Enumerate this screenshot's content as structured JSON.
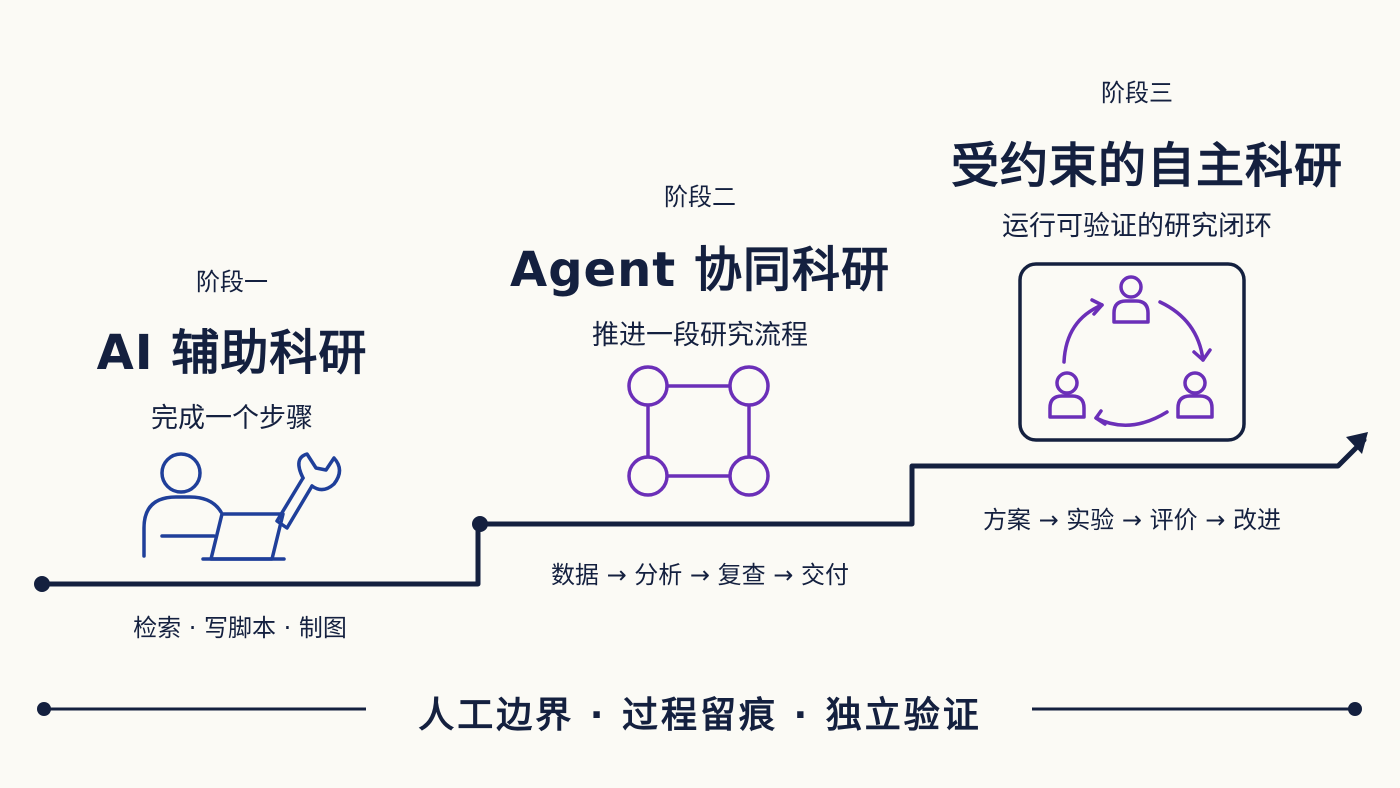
{
  "stages": [
    {
      "label": "阶段一",
      "title": "AI 辅助科研",
      "subtitle": "完成一个步骤",
      "steps": "检索 · 写脚本 · 制图",
      "icon": "person-laptop-wrench-icon"
    },
    {
      "label": "阶段二",
      "title": "Agent 协同科研",
      "subtitle": "推进一段研究流程",
      "steps": "数据 → 分析 → 复查 → 交付",
      "icon": "workflow-nodes-icon"
    },
    {
      "label": "阶段三",
      "title": "受约束的自主科研",
      "subtitle": "运行可验证的研究闭环",
      "steps": "方案 → 实验 → 评价 → 改进",
      "icon": "team-cycle-icon"
    }
  ],
  "footer": "人工边界 · 过程留痕 · 独立验证",
  "colors": {
    "navy": "#14203f",
    "blue": "#1f3f9a",
    "purple": "#6b2fb8",
    "background": "#fbfaf5"
  }
}
